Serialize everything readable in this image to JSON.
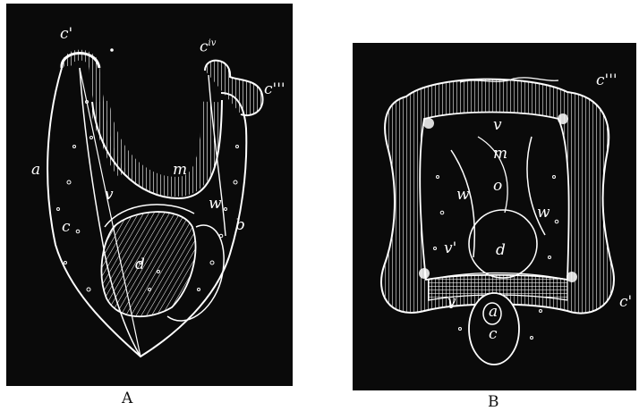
{
  "figures": [
    {
      "caption": "A",
      "labels": {
        "c1": "c'",
        "civ": "c",
        "civ_sup": "iv",
        "ciii": "c'''",
        "a": "a",
        "c": "c",
        "m": "m",
        "v": "v",
        "w": "w",
        "b": "b",
        "d": "d"
      }
    },
    {
      "caption": "B",
      "labels": {
        "ciii": "c'''",
        "c1": "c'",
        "v": "v",
        "m": "m",
        "o": "o",
        "w_left": "w",
        "w_right": "w",
        "v_prime": "v'",
        "d": "d",
        "a": "a",
        "c": "c",
        "v_lower": "v"
      }
    }
  ],
  "colors": {
    "background": "#0a0a0a",
    "line": "#ffffff",
    "page": "#ffffff"
  }
}
